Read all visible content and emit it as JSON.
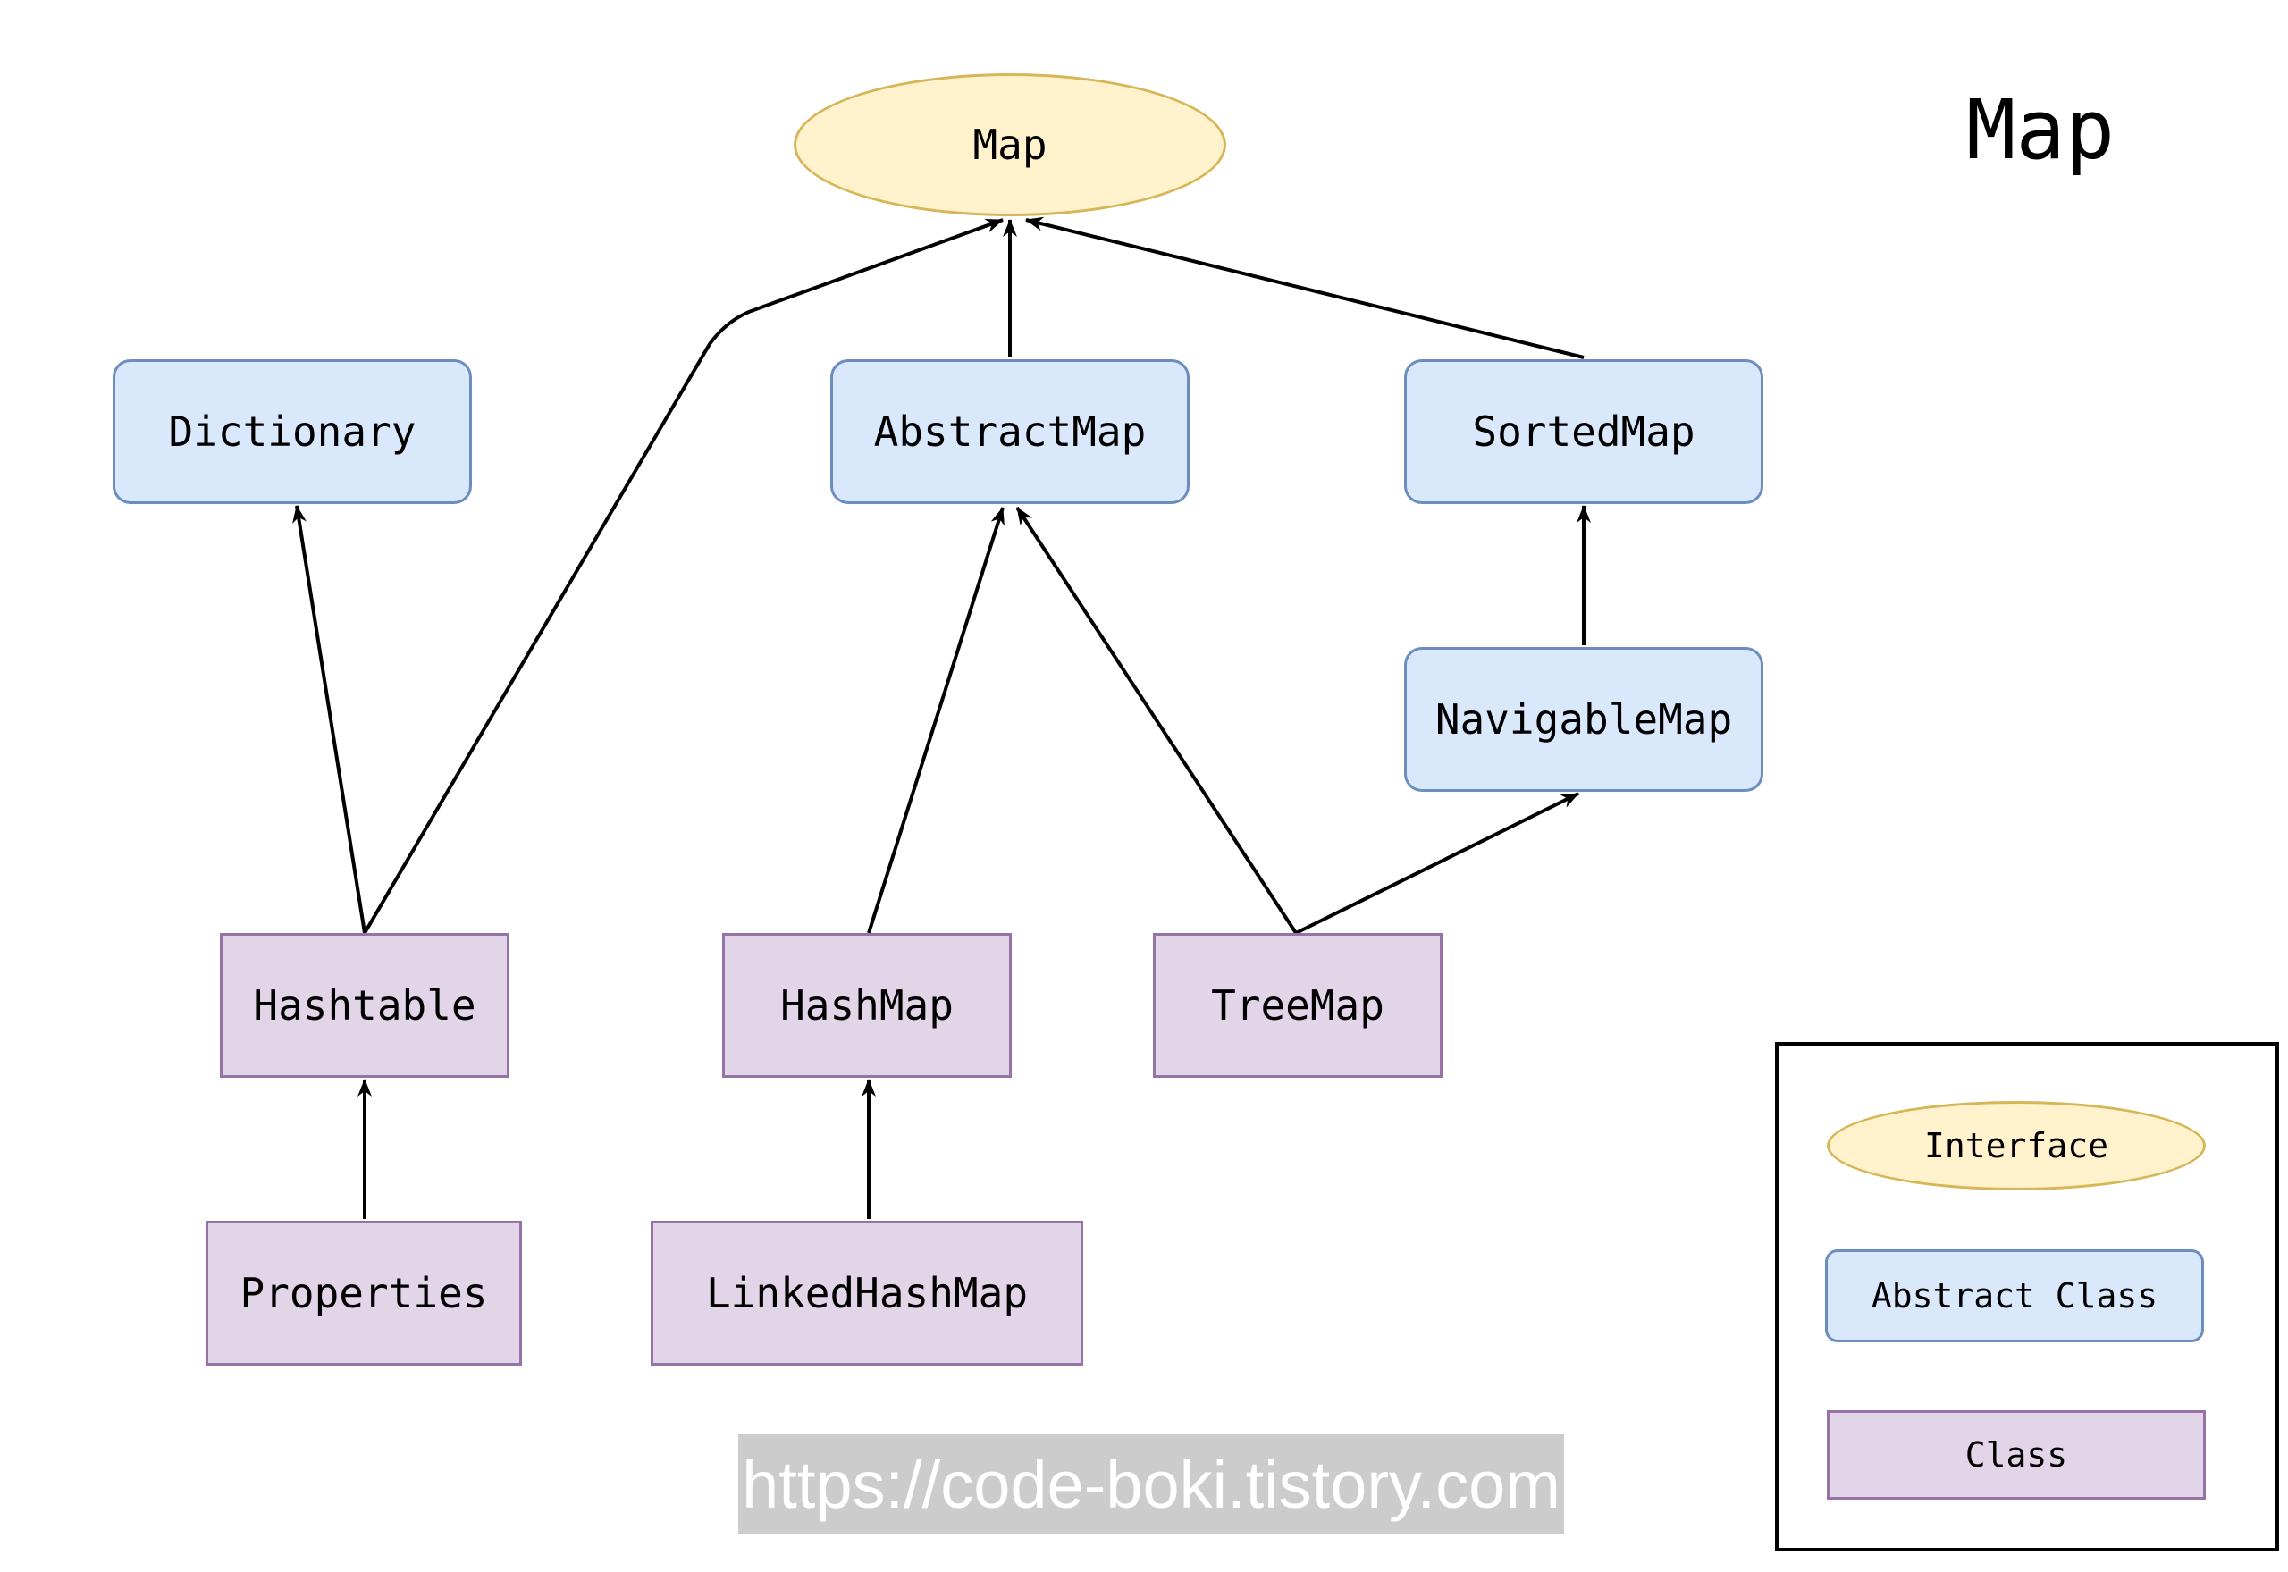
{
  "title": "Map",
  "nodes": {
    "map": "Map",
    "dictionary": "Dictionary",
    "abstract_map": "AbstractMap",
    "sorted_map": "SortedMap",
    "navigable_map": "NavigableMap",
    "hashtable": "Hashtable",
    "hash_map": "HashMap",
    "tree_map": "TreeMap",
    "properties": "Properties",
    "linked_hash_map": "LinkedHashMap"
  },
  "edges": [
    {
      "from": "Hashtable",
      "to": "Dictionary"
    },
    {
      "from": "Hashtable",
      "to": "Map"
    },
    {
      "from": "AbstractMap",
      "to": "Map"
    },
    {
      "from": "SortedMap",
      "to": "Map"
    },
    {
      "from": "HashMap",
      "to": "AbstractMap"
    },
    {
      "from": "TreeMap",
      "to": "AbstractMap"
    },
    {
      "from": "TreeMap",
      "to": "NavigableMap"
    },
    {
      "from": "NavigableMap",
      "to": "SortedMap"
    },
    {
      "from": "Properties",
      "to": "Hashtable"
    },
    {
      "from": "LinkedHashMap",
      "to": "HashMap"
    }
  ],
  "legend": {
    "interface": "Interface",
    "abstract_class": "Abstract Class",
    "class": "Class"
  },
  "watermark": "https://code-boki.tistory.com",
  "colors": {
    "interface_fill": "#fff2cc",
    "interface_stroke": "#d6b656",
    "abstract_fill": "#dae8fc",
    "abstract_stroke": "#6c8ebf",
    "class_fill": "#e1d5e7",
    "class_stroke": "#9673a6"
  }
}
